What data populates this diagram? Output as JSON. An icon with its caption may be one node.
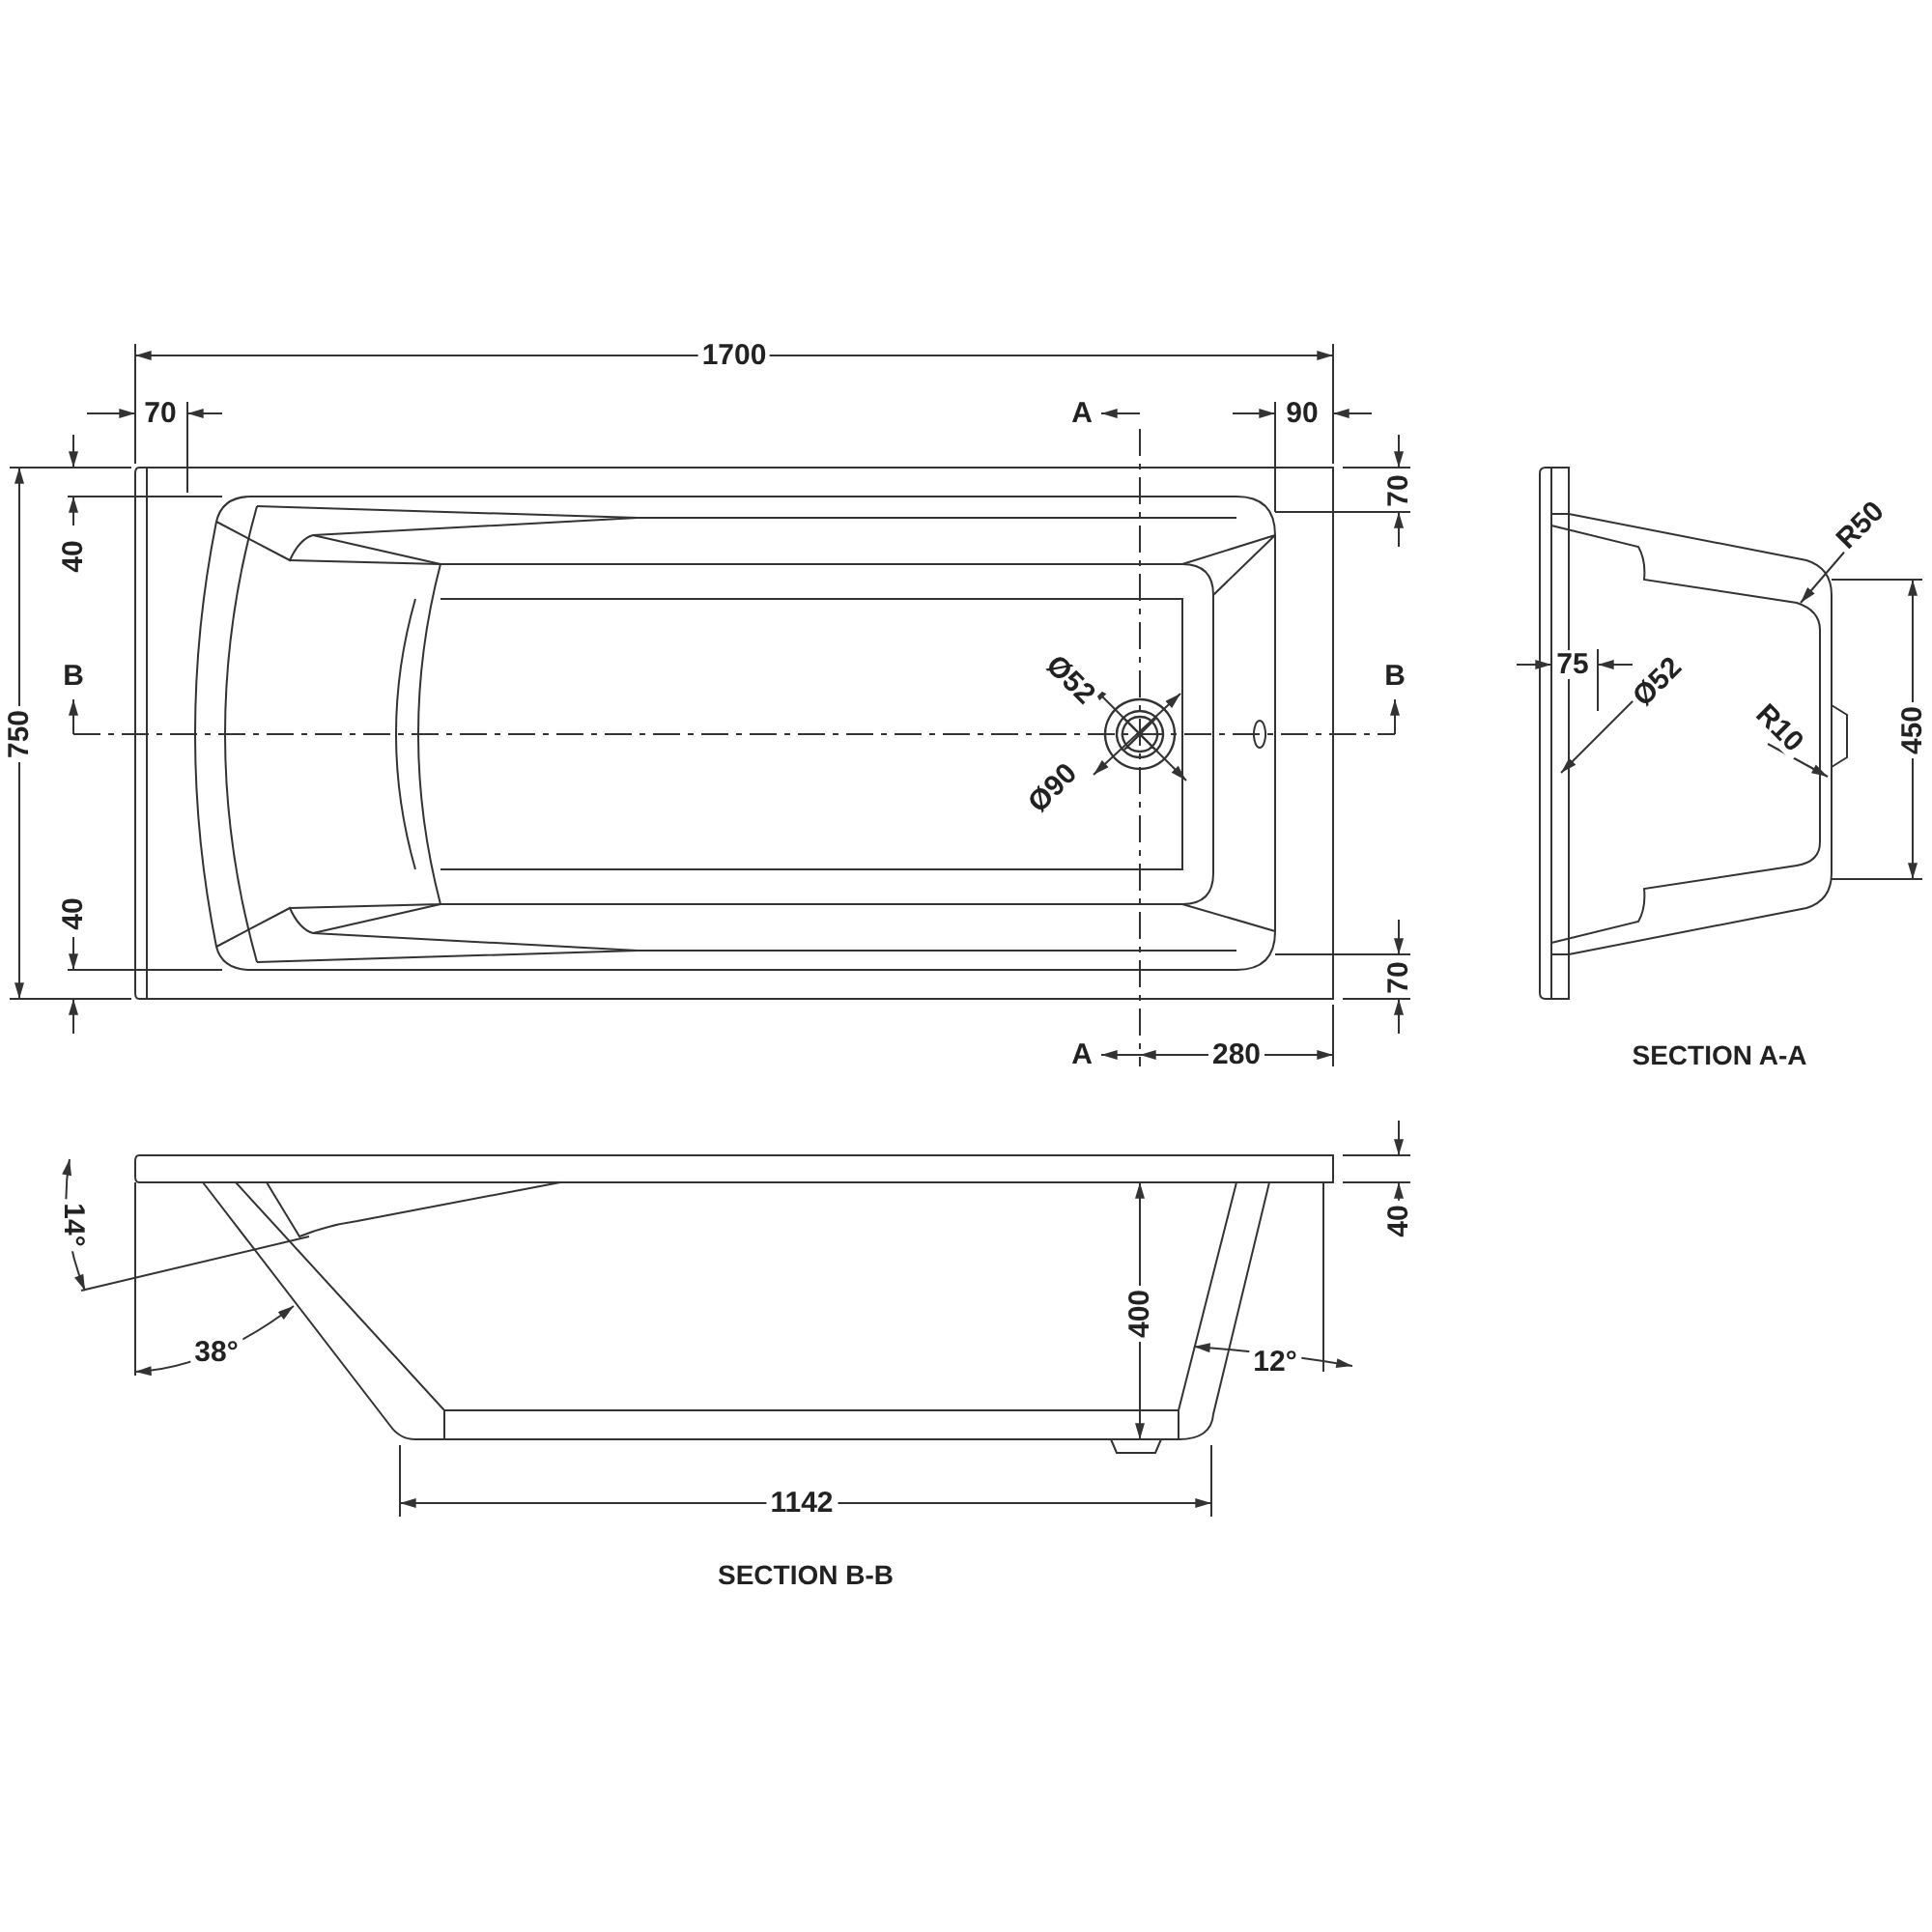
{
  "diagram": {
    "labels": [
      "1700",
      "70",
      "A",
      "90",
      "70",
      "40",
      "750",
      "B",
      "Ø52",
      "B",
      "Ø90",
      "40",
      "70",
      "A",
      "280",
      "SECTION A-A",
      "R50",
      "75",
      "Ø52",
      "R10",
      "450",
      "14°",
      "40",
      "400",
      "38°",
      "12°",
      "1142",
      "SECTION B-B"
    ]
  }
}
